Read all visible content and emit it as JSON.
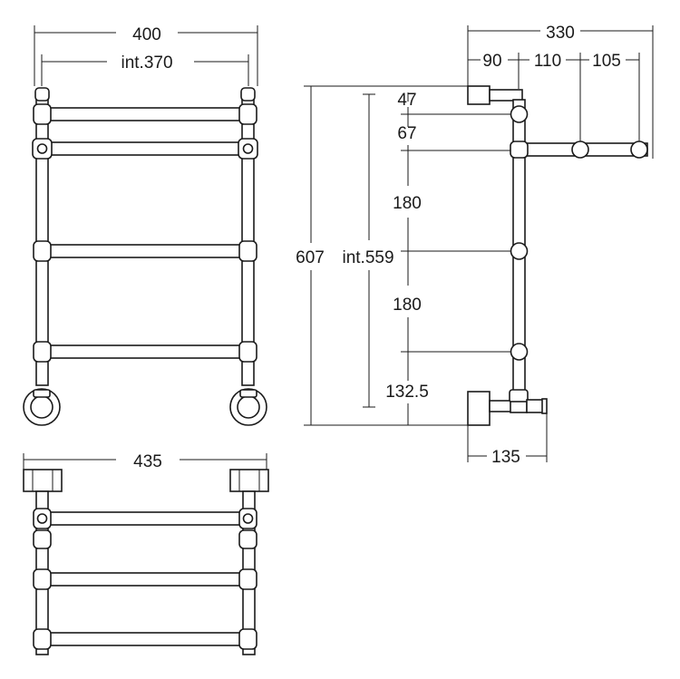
{
  "front_view": {
    "overall_width": "400",
    "internal_width": "int.370"
  },
  "bottom_view": {
    "overall_width": "435"
  },
  "side_view": {
    "depth_total": "330",
    "depth_1": "90",
    "depth_2": "110",
    "depth_3": "105",
    "overall_height": "607",
    "internal_height": "int.559",
    "gap_top": "47",
    "gap_2": "67",
    "gap_3": "180",
    "gap_4": "180",
    "gap_bottom": "132.5",
    "valve_offset": "135"
  }
}
